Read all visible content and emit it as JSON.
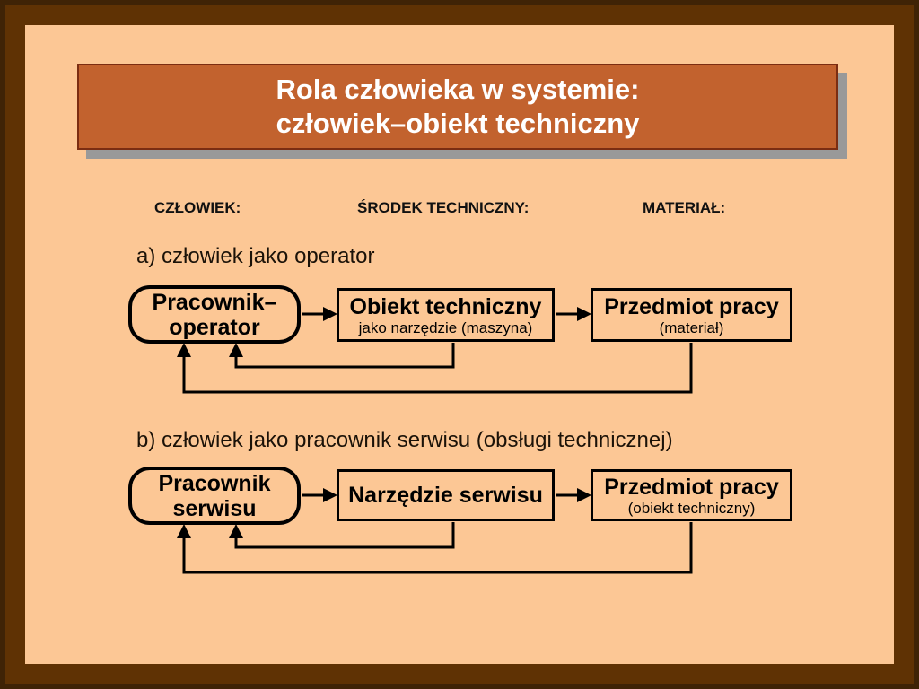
{
  "slide": {
    "title": {
      "line1": "Rola człowieka w systemie:",
      "line2": "człowiek–obiekt techniczny"
    },
    "columns": {
      "human": "CZŁOWIEK:",
      "technical_means": "ŚRODEK TECHNICZNY:",
      "material": "MATERIAŁ:"
    },
    "sections": [
      {
        "label": "a) człowiek jako operator",
        "human_box": {
          "line1": "Pracownik–",
          "line2": "operator"
        },
        "tool_box": {
          "title": "Obiekt techniczny",
          "subtitle": "jako narzędzie (maszyna)"
        },
        "material_box": {
          "title": "Przedmiot pracy",
          "subtitle": "(materiał)"
        }
      },
      {
        "label": "b) człowiek jako pracownik serwisu (obsługi technicznej)",
        "human_box": {
          "line1": "Pracownik",
          "line2": "serwisu"
        },
        "tool_box": {
          "title": "Narzędzie serwisu",
          "subtitle": ""
        },
        "material_box": {
          "title": "Przedmiot pracy",
          "subtitle": "(obiekt techniczny)"
        }
      }
    ],
    "colors": {
      "background": "#FCC795",
      "frame_outer": "#3F2306",
      "frame_inner": "#5F3204",
      "banner_fill": "#C2622E",
      "banner_border": "#7B2D12",
      "banner_shadow": "#999999",
      "line": "#000000",
      "title_text": "#FFFFFF"
    }
  }
}
